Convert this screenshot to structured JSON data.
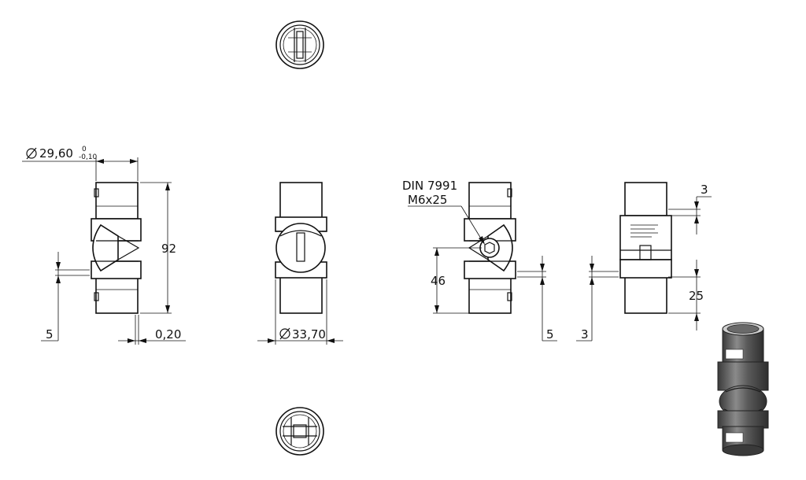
{
  "dimensions": {
    "diameter_outer": "29,60",
    "tol_upper": "0",
    "tol_lower": "-0,10",
    "length": "92",
    "offset_left": "5",
    "gap": "0,20",
    "diameter_sleeve": "33,70",
    "screw_standard": "DIN 7991",
    "screw_size": "M6x25",
    "screw_height": "46",
    "offset_right_front": "5",
    "slot_top": "3",
    "sleeve_length": "25",
    "offset_right_side": "3"
  },
  "icons": {
    "diameter_symbol": "diameter-symbol-icon"
  },
  "colors": {
    "line": "#111111",
    "render_body": "#555555",
    "background": "#ffffff"
  }
}
